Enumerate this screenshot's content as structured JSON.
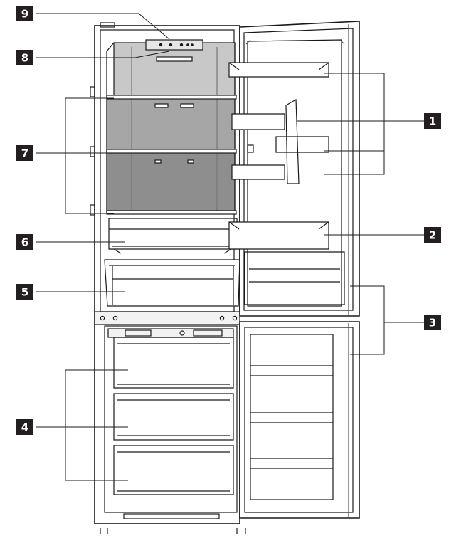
{
  "callouts": [
    {
      "id": "c1",
      "number": "1"
    },
    {
      "id": "c2",
      "number": "2"
    },
    {
      "id": "c3",
      "number": "3"
    },
    {
      "id": "c4",
      "number": "4"
    },
    {
      "id": "c5",
      "number": "5"
    },
    {
      "id": "c6",
      "number": "6"
    },
    {
      "id": "c7",
      "number": "7"
    },
    {
      "id": "c8",
      "number": "8"
    },
    {
      "id": "c9",
      "number": "9"
    }
  ],
  "colors": {
    "line": "#1a1a1a",
    "tag_fill": "#231f20",
    "tag_text": "#ffffff",
    "shade_light": "#c8c8c8",
    "shade_mid": "#a6a6a6",
    "shade_dark": "#8e8e8e",
    "background": "#ffffff"
  }
}
